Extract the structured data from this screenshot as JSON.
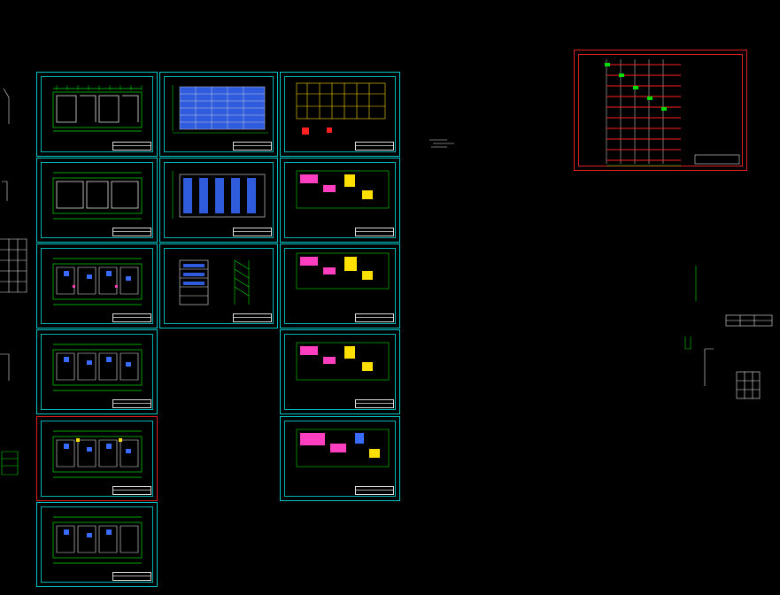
{
  "canvas": {
    "background": "#000000"
  },
  "colors": {
    "frame": "#00c8c8",
    "selected": "#e02020",
    "green": "#00e000",
    "white": "#e8e8e8",
    "blue": "#3a6bff",
    "yellow": "#ffe000",
    "magenta": "#ff3fbf",
    "red": "#ff2020"
  },
  "layout": {
    "col1": [
      "floor-plan",
      "floor-plan",
      "floor-plan-furnished",
      "floor-plan-furnished",
      "floor-plan-furnished",
      "floor-plan-top"
    ],
    "col2": [
      "elevation",
      "elevation",
      "section"
    ],
    "col3": [
      "foundation-plan",
      "structural-plan",
      "structural-plan",
      "structural-plan",
      "structural-plan"
    ]
  },
  "right_drawing": {
    "kind": "grid-frame",
    "columns": 5,
    "rows": 10
  }
}
